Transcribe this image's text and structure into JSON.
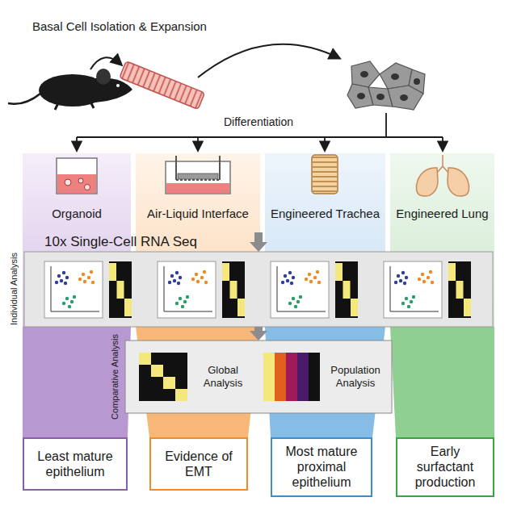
{
  "diagram": {
    "title": "Basal Cell Isolation & Expansion",
    "nodes": [
      {
        "text": [
          "Organoid"
        ]
      },
      {
        "text": [
          "Air-Liquid Interface"
        ]
      },
      {
        "text": [
          "Engineered Trachea"
        ]
      },
      {
        "text": [
          "Engineered Lung"
        ]
      },
      {
        "text": [
          "10x Single-Cell RNA Seq"
        ]
      },
      {
        "text": [
          "Global Analysis",
          "Population Analysis"
        ]
      },
      {
        "text": [
          "Least mature epithelium"
        ]
      },
      {
        "text": [
          "Evidence of EMT"
        ]
      },
      {
        "text": [
          "Most mature proximal epithelium"
        ]
      },
      {
        "text": [
          "Early surfactant production"
        ]
      }
    ],
    "edges": [
      {
        "from": 4,
        "to": 5,
        "arrow": "to"
      }
    ],
    "labels": [
      "Differentiation",
      "Individual Analysis",
      "Comparative Analysis"
    ]
  }
}
